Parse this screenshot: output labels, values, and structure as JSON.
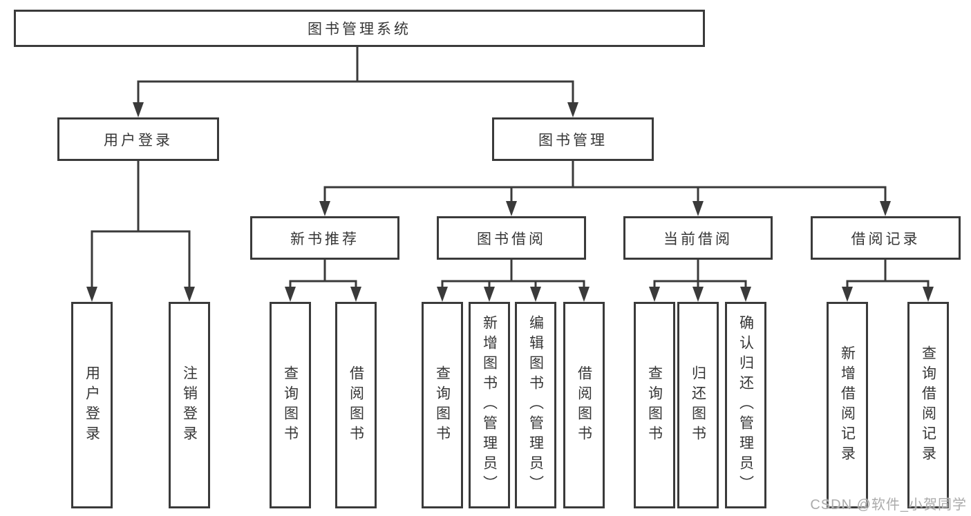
{
  "tree": {
    "label": "图书管理系统",
    "children": [
      {
        "label": "用户登录",
        "children": [
          {
            "label": "用户登录"
          },
          {
            "label": "注销登录"
          }
        ]
      },
      {
        "label": "图书管理",
        "children": [
          {
            "label": "新书推荐",
            "children": [
              {
                "label": "查询图书"
              },
              {
                "label": "借阅图书"
              }
            ]
          },
          {
            "label": "图书借阅",
            "children": [
              {
                "label": "查询图书"
              },
              {
                "label": "新增图书（管理员）"
              },
              {
                "label": "编辑图书（管理员）"
              },
              {
                "label": "借阅图书"
              }
            ]
          },
          {
            "label": "当前借阅",
            "children": [
              {
                "label": "查询图书"
              },
              {
                "label": "归还图书"
              },
              {
                "label": "确认归还（管理员）"
              }
            ]
          },
          {
            "label": "借阅记录",
            "children": [
              {
                "label": "新增借阅记录"
              },
              {
                "label": "查询借阅记录"
              }
            ]
          }
        ]
      }
    ]
  },
  "watermark": "CSDN @软件_小贺同学",
  "colors": {
    "line": "#3a3a3a",
    "box_border": "#3a3a3a",
    "text": "#363636",
    "watermark": "#ababab",
    "background": "#ffffff"
  }
}
